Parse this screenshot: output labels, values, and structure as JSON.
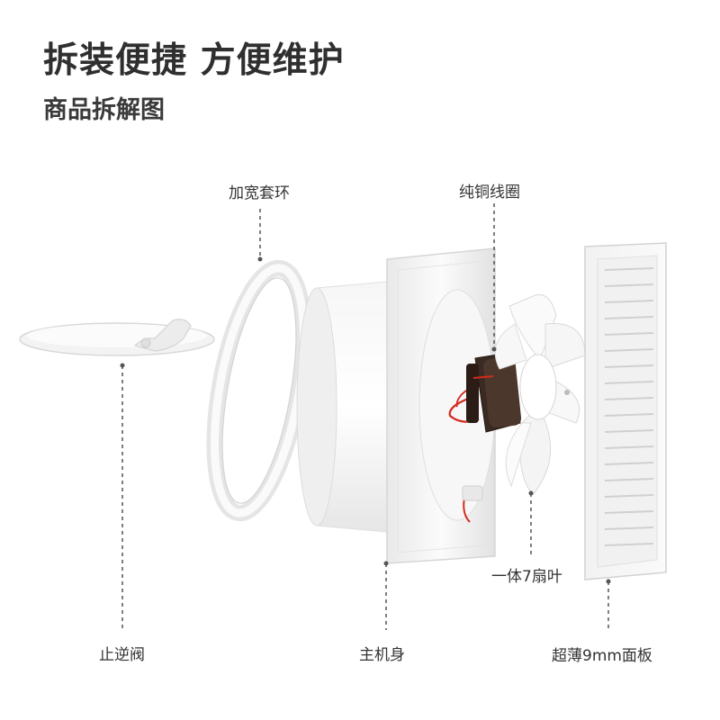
{
  "heading": {
    "title": "拆装便捷 方便维护",
    "subtitle": "商品拆解图"
  },
  "parts": {
    "collar": "加宽套环",
    "coil": "纯铜线圈",
    "check_valve": "止逆阀",
    "main_body": "主机身",
    "blades": "一体7扇叶",
    "panel": "超薄9mm面板"
  },
  "colors": {
    "leader_line": "#555555",
    "plastic": "#f4f4f4",
    "motor": "#3a2a22",
    "wire": "#d42a1e"
  }
}
